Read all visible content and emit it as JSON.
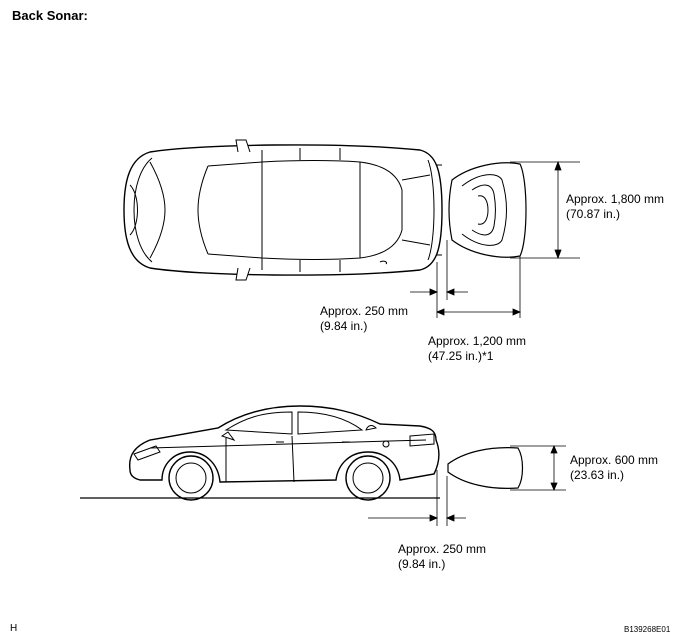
{
  "title": "Back Sonar:",
  "top_view": {
    "width_label": {
      "line1": "Approx. 1,800 mm",
      "line2": "(70.87 in.)"
    },
    "gap_label": {
      "line1": "Approx. 250 mm",
      "line2": "(9.84 in.)"
    },
    "length_label": {
      "line1": "Approx. 1,200 mm",
      "line2": "(47.25 in.)*1"
    }
  },
  "side_view": {
    "height_label": {
      "line1": "Approx. 600 mm",
      "line2": "(23.63 in.)"
    },
    "gap_label": {
      "line1": "Approx. 250 mm",
      "line2": "(9.84 in.)"
    }
  },
  "footer": {
    "left": "H",
    "right": "B139268E01"
  }
}
